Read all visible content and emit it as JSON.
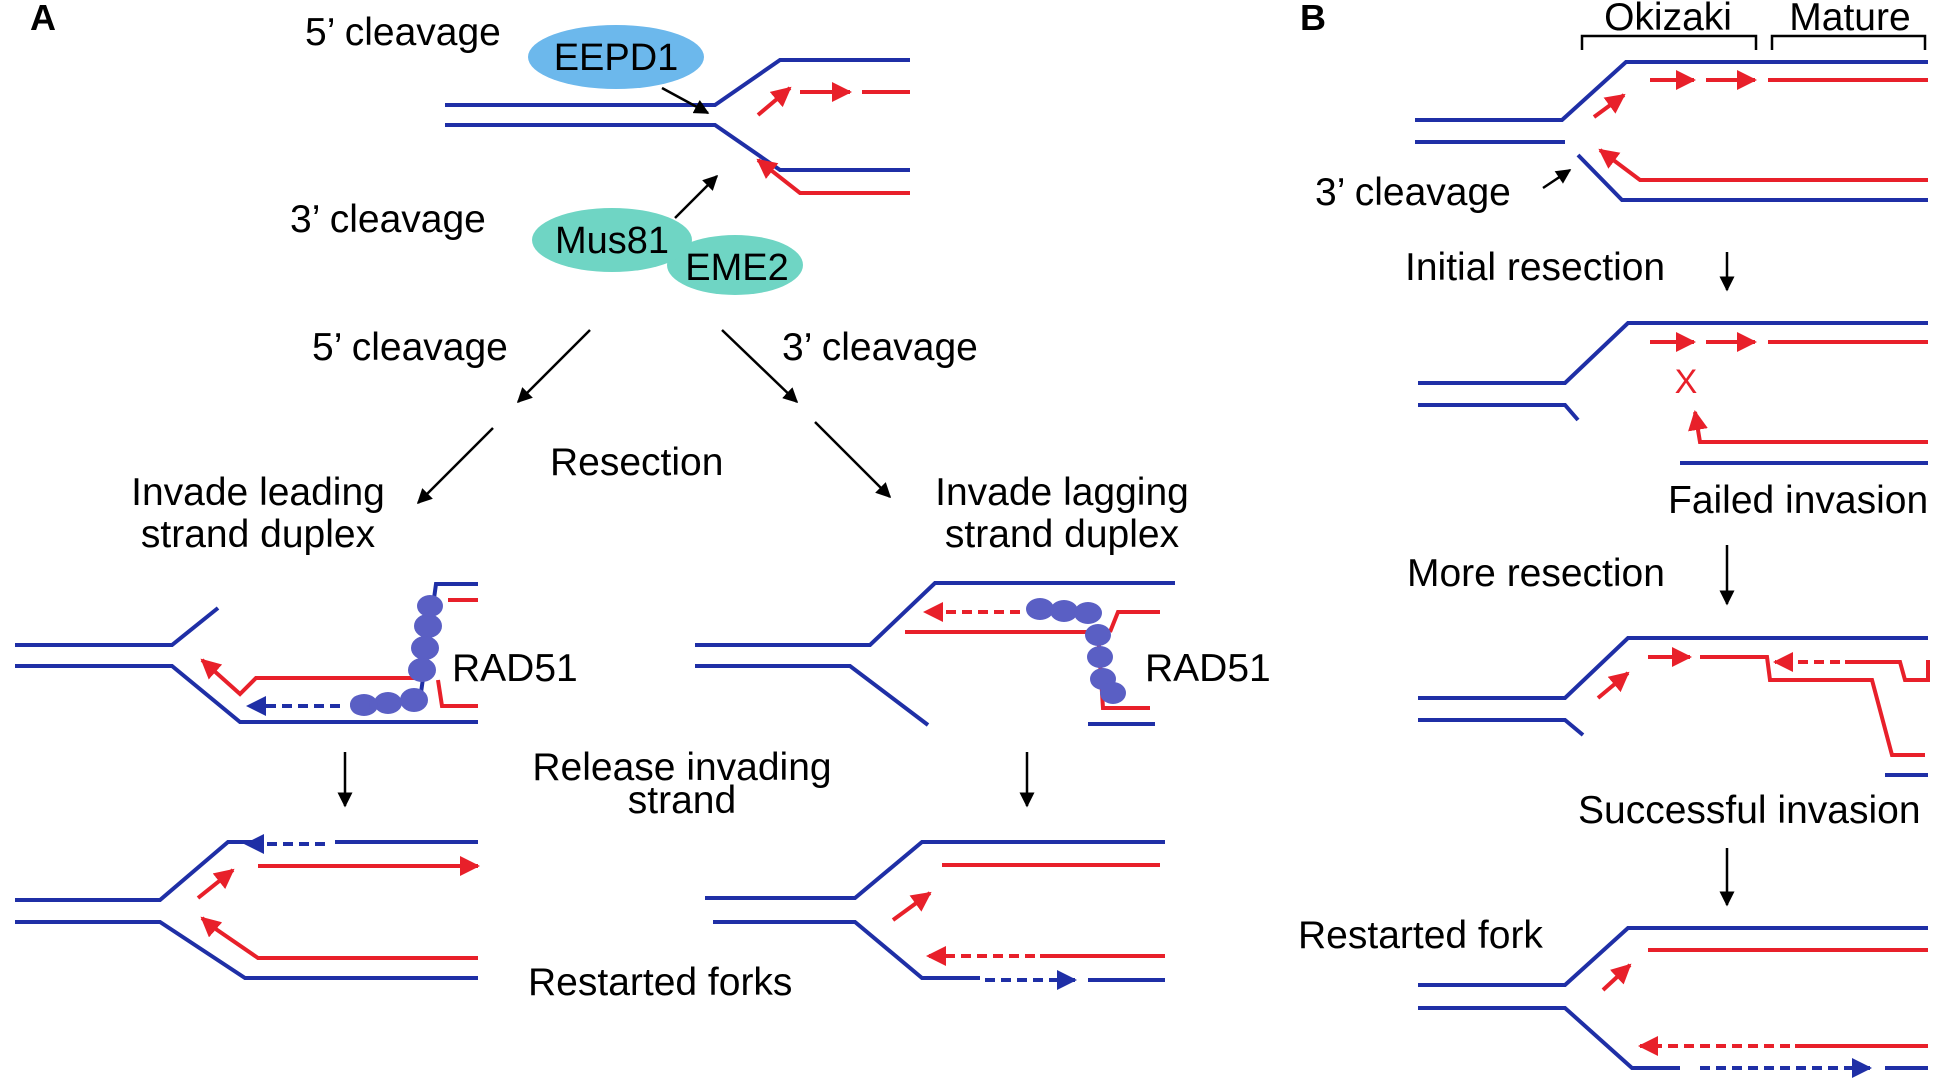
{
  "panels": {
    "a_label": "A",
    "b_label": "B"
  },
  "panel_a": {
    "cleavage_5_top": "5’ cleavage",
    "cleavage_3_top": "3’ cleavage",
    "eepd1": "EEPD1",
    "mus81": "Mus81",
    "eme2": "EME2",
    "cleavage_5_left": "5’ cleavage",
    "cleavage_3_right": "3’ cleavage",
    "resection": "Resection",
    "invade_leading_1": "Invade leading",
    "invade_leading_2": "strand duplex",
    "invade_lagging_1": "Invade lagging",
    "invade_lagging_2": "strand duplex",
    "rad51_left": "RAD51",
    "rad51_right": "RAD51",
    "release_1": "Release invading",
    "release_2": "strand",
    "restarted_forks": "Restarted forks"
  },
  "panel_b": {
    "okizaki": "Okizaki",
    "mature": "Mature",
    "cleavage_3": "3’ cleavage",
    "initial_resection": "Initial resection",
    "failed_x": "X",
    "failed_invasion": "Failed invasion",
    "more_resection": "More resection",
    "successful_invasion": "Successful invasion",
    "restarted_fork": "Restarted fork"
  },
  "colors": {
    "dna_parental": "#1f2fa6",
    "dna_nascent": "#e8202a",
    "eepd1": "#6cb8ec",
    "mus81_eme2": "#6fd5c4",
    "rad51": "#5a5fc4"
  }
}
